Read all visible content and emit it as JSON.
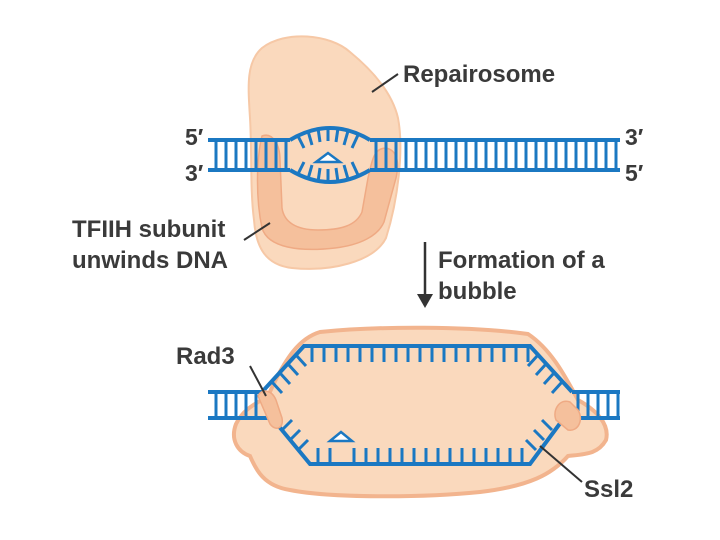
{
  "top_panel": {
    "repairosome_label": "Repairosome",
    "strand_left_top": "5′",
    "strand_left_bottom": "3′",
    "strand_right_top": "3′",
    "strand_right_bottom": "5′",
    "tfiih_label_line1": "TFIIH subunit",
    "tfiih_label_line2": "unwinds DNA"
  },
  "transition": {
    "label_line1": "Formation of a",
    "label_line2": "bubble"
  },
  "bottom_panel": {
    "rad3_label": "Rad3",
    "ssl2_label": "Ssl2"
  },
  "colors": {
    "dna": "#1b78c2",
    "protein_fill": "#fad9bd",
    "protein_edge": "#f2b48e",
    "label": "#3a3a3a",
    "arrow": "#333333"
  }
}
